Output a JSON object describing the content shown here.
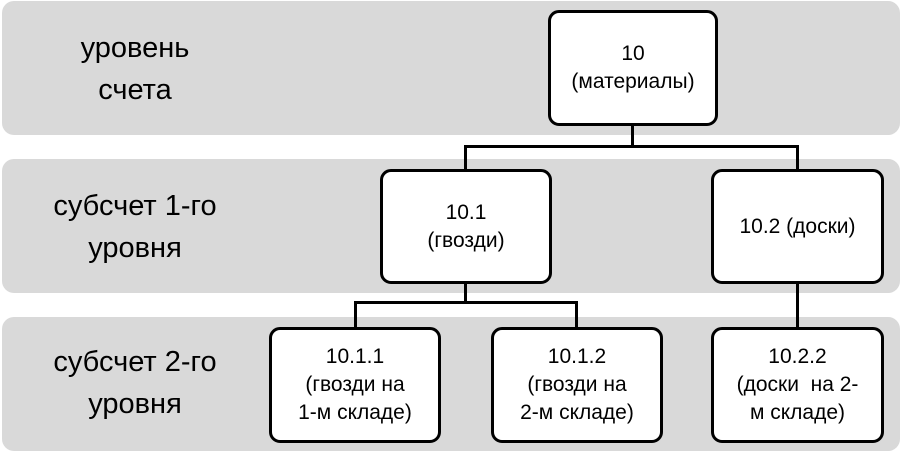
{
  "levels": [
    {
      "lines": [
        "уровень",
        "счета"
      ]
    },
    {
      "lines": [
        "субсчет 1-го",
        "уровня"
      ]
    },
    {
      "lines": [
        "субсчет 2-го",
        "уровня"
      ]
    }
  ],
  "nodes": {
    "n10": {
      "lines": [
        "10",
        "(материалы)"
      ]
    },
    "n10_1": {
      "lines": [
        "10.1",
        "(гвозди)"
      ]
    },
    "n10_2": {
      "lines": [
        "10.2 (доски)"
      ]
    },
    "n10_1_1": {
      "lines": [
        "10.1.1",
        "(гвозди на",
        "1-м складе)"
      ]
    },
    "n10_1_2": {
      "lines": [
        "10.1.2",
        "(гвозди на",
        "2-м складе)"
      ]
    },
    "n10_2_2": {
      "lines": [
        "10.2.2",
        "(доски  на 2-",
        "м складе)"
      ]
    }
  }
}
